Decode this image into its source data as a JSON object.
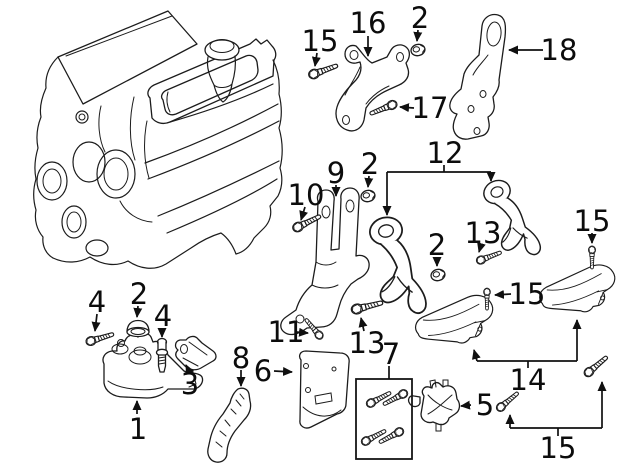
{
  "diagram": {
    "description": "Exploded parts line diagram: engine and transmission mounting hardware with numbered callouts",
    "background_color": "#ffffff",
    "ink_color": "#1c1c1c",
    "callouts": [
      {
        "label": "15",
        "target": "bolt"
      },
      {
        "label": "16",
        "target": "bracket"
      },
      {
        "label": "2",
        "target": "nut"
      },
      {
        "label": "17",
        "target": "bolt"
      },
      {
        "label": "18",
        "target": "bracket"
      },
      {
        "label": "12",
        "target": "strut-mount-pair"
      },
      {
        "label": "2",
        "target": "nut"
      },
      {
        "label": "9",
        "target": "bracket"
      },
      {
        "label": "10",
        "target": "bolt"
      },
      {
        "label": "15",
        "target": "bolt"
      },
      {
        "label": "13",
        "target": "bolt"
      },
      {
        "label": "2",
        "target": "nut"
      },
      {
        "label": "15",
        "target": "bolt"
      },
      {
        "label": "2",
        "target": "cap-nut"
      },
      {
        "label": "4",
        "target": "bolt"
      },
      {
        "label": "4",
        "target": "stud"
      },
      {
        "label": "11",
        "target": "bolt"
      },
      {
        "label": "13",
        "target": "bolt"
      },
      {
        "label": "7",
        "target": "hardware-kit-box"
      },
      {
        "label": "8",
        "target": "bracket"
      },
      {
        "label": "6",
        "target": "plate"
      },
      {
        "label": "3",
        "target": "bracket"
      },
      {
        "label": "14",
        "target": "mount-cover-pair"
      },
      {
        "label": "5",
        "target": "mount"
      },
      {
        "label": "1",
        "target": "engine-mount"
      },
      {
        "label": "15",
        "target": "bolt-pair"
      }
    ]
  }
}
